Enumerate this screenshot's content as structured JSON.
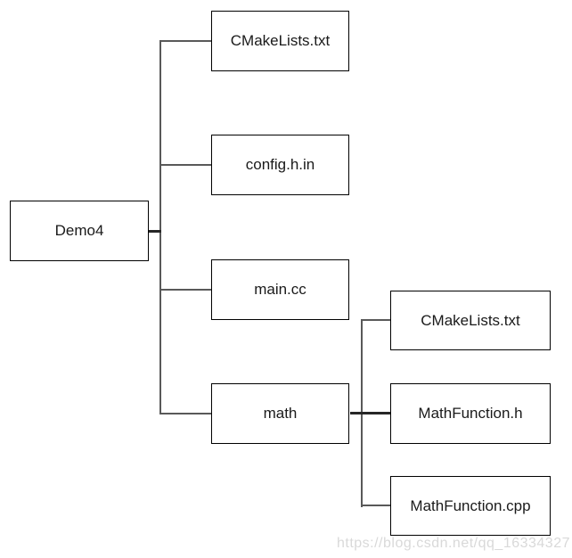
{
  "diagram_type": "tree",
  "colors": {
    "background": "#ffffff",
    "box_border": "#000000",
    "box_fill": "#ffffff",
    "text": "#1a1a1a",
    "connector": "#595959",
    "connector_dark": "#262626",
    "watermark": "#d9d9d9"
  },
  "tree": {
    "root": {
      "label": "Demo4"
    },
    "children": [
      {
        "label": "CMakeLists.txt"
      },
      {
        "label": "config.h.in"
      },
      {
        "label": "main.cc"
      },
      {
        "label": "math",
        "children": [
          {
            "label": "CMakeLists.txt"
          },
          {
            "label": "MathFunction.h"
          },
          {
            "label": "MathFunction.cpp"
          }
        ]
      }
    ]
  },
  "watermark": {
    "text": "https://blog.csdn.net/qq_16334327"
  }
}
